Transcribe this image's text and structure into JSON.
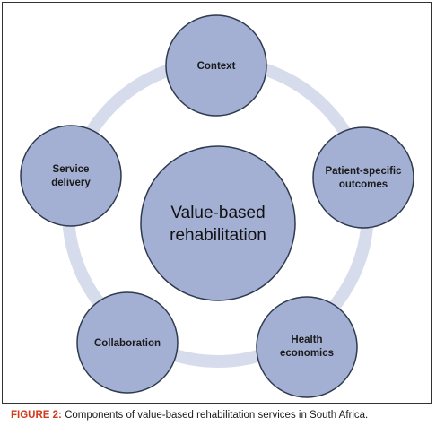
{
  "figure": {
    "caption_label": "FIGURE 2:",
    "caption_text": "Components of value-based rehabilitation services in South Africa."
  },
  "diagram": {
    "center": [
      "Value-based",
      "rehabilitation"
    ],
    "nodes": [
      {
        "id": "context",
        "lines": [
          "Context"
        ]
      },
      {
        "id": "patient-specific-outcomes",
        "lines": [
          "Patient-specific",
          "outcomes"
        ]
      },
      {
        "id": "health-economics",
        "lines": [
          "Health",
          "economics"
        ]
      },
      {
        "id": "collaboration",
        "lines": [
          "Collaboration"
        ]
      },
      {
        "id": "service-delivery",
        "lines": [
          "Service",
          "delivery"
        ]
      }
    ],
    "colors": {
      "ring": "#d6dcec",
      "circle_fill": "#a3b0d4",
      "circle_stroke": "#2e3a4e"
    }
  }
}
